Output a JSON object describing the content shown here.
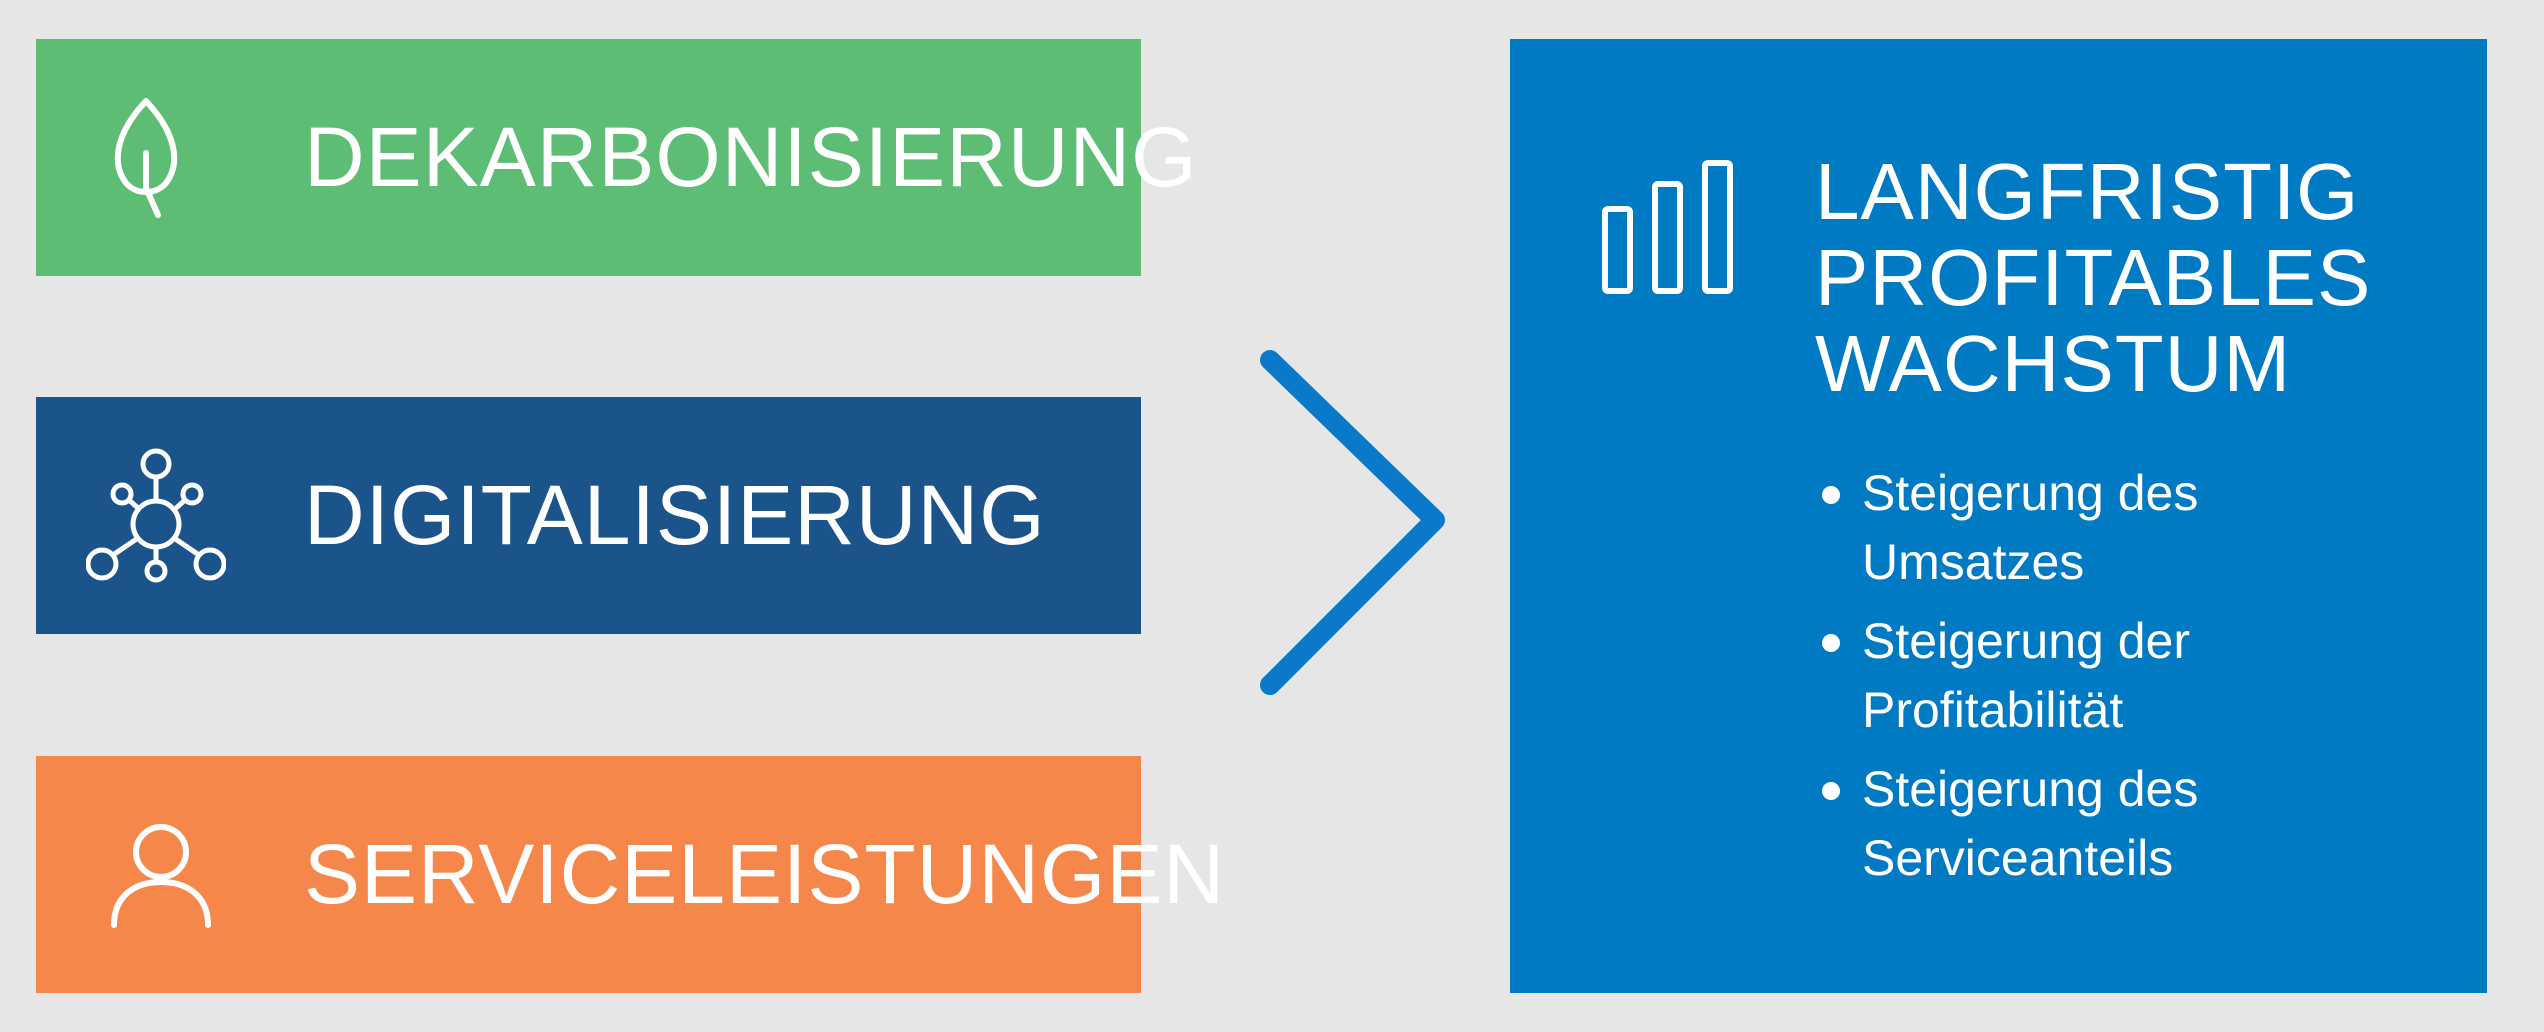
{
  "pillars": [
    {
      "label": "DEKARBONISIERUNG",
      "icon": "leaf-icon",
      "color": "#5dbd74"
    },
    {
      "label": "DIGITALISIERUNG",
      "icon": "network-icon",
      "color": "#1a548b"
    },
    {
      "label": "SERVICELEISTUNGEN",
      "icon": "person-icon",
      "color": "#f5874a"
    }
  ],
  "result": {
    "title_lines": [
      "LANGFRISTIG",
      "PROFITABLES",
      "WACHSTUM"
    ],
    "icon": "bar-chart-icon",
    "color": "#007ac3",
    "bullets": [
      "Steigerung des Umsatzes",
      "Steigerung der Profitabilität",
      "Steigerung des Serviceanteils"
    ]
  }
}
